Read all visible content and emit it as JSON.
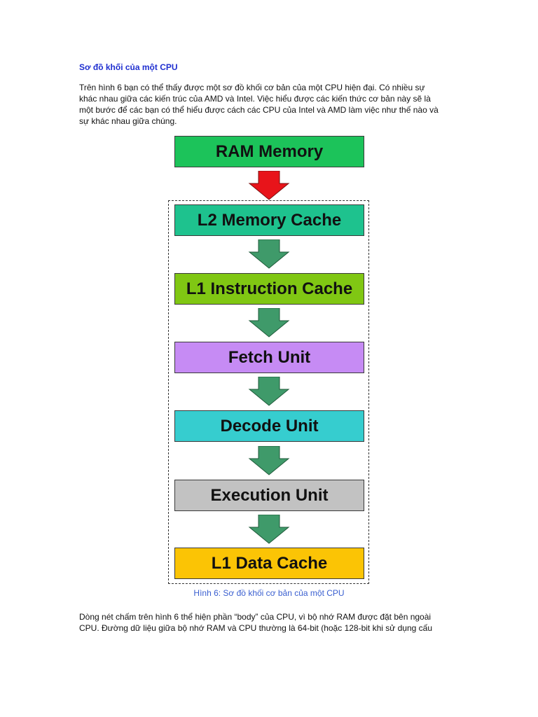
{
  "heading": "Sơ đồ khối của một CPU",
  "intro_lines": [
    "Trên hình 6 bạn có thể thấy được một sơ đồ khối cơ bản của một CPU hiện đại. Có nhiều sự",
    "khác nhau giữa các kiến trúc của AMD và Intel. Việc hiểu được các kiến thức cơ bản này sẽ là",
    "một bước để các bạn có thể hiểu được cách các CPU của Intel và AMD làm việc như thế nào và",
    "sự khác nhau giữa chúng."
  ],
  "diagram": {
    "blocks": [
      {
        "label": "RAM Memory",
        "color": "#1cc35a"
      },
      {
        "label": "L2 Memory Cache",
        "color": "#1ec28e"
      },
      {
        "label": "L1 Instruction Cache",
        "color": "#80c713"
      },
      {
        "label": "Fetch Unit",
        "color": "#c68bf4"
      },
      {
        "label": "Decode Unit",
        "color": "#36cdcf"
      },
      {
        "label": "Execution Unit",
        "color": "#c2c2c2"
      },
      {
        "label": "L1 Data Cache",
        "color": "#fbc405"
      }
    ],
    "arrow_colors": {
      "external": "#e8141a",
      "internal": "#3f9a6a"
    }
  },
  "caption": "Hình 6: Sơ đồ khối cơ bản của một CPU",
  "body_lines": [
    "Dòng nét chấm trên hình 6 thể hiện phần “body” của CPU, vì bộ nhớ RAM được đặt bên ngoài",
    "CPU. Đường dữ liệu giữa bộ nhớ RAM và CPU thường là 64-bit (hoặc 128-bit khi sử dụng cấu"
  ]
}
